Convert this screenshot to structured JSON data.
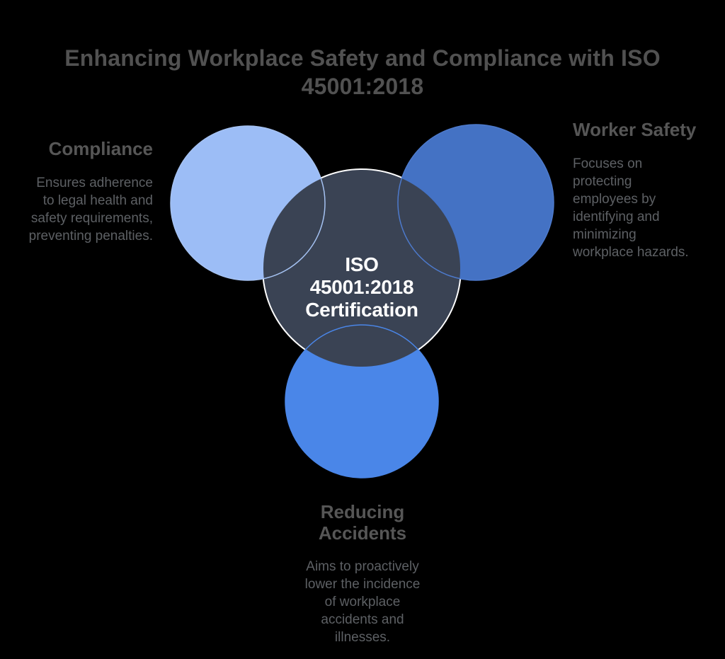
{
  "title": "Enhancing Workplace Safety and Compliance with ISO\n45001:2018",
  "center": {
    "label": "ISO\n45001:2018\nCertification"
  },
  "topics": [
    {
      "id": "compliance",
      "heading": "Compliance",
      "description": "Ensures adherence\nto legal health and\nsafety requirements,\npreventing penalties."
    },
    {
      "id": "worker-safety",
      "heading": "Worker Safety",
      "description": "Focuses on\nprotecting\nemployees by\nidentifying and\nminimizing\nworkplace hazards."
    },
    {
      "id": "reducing-accidents",
      "heading": "Reducing\nAccidents",
      "description": "Aims to proactively\nlower the incidence\nof workplace\naccidents and\nillnesses."
    }
  ],
  "colors": {
    "background": "#000000",
    "compliance_circle": "#9cbdf6",
    "compliance_outline": "#a5c2f2",
    "worker_safety_circle": "#4472c4",
    "worker_safety_outline": "#4d7acc",
    "reducing_accidents_circle": "#4a86e8",
    "reducing_accidents_outline": "#4a86e8",
    "center_circle_fill": "#3a4354",
    "center_circle_rim": "#ffffff"
  }
}
